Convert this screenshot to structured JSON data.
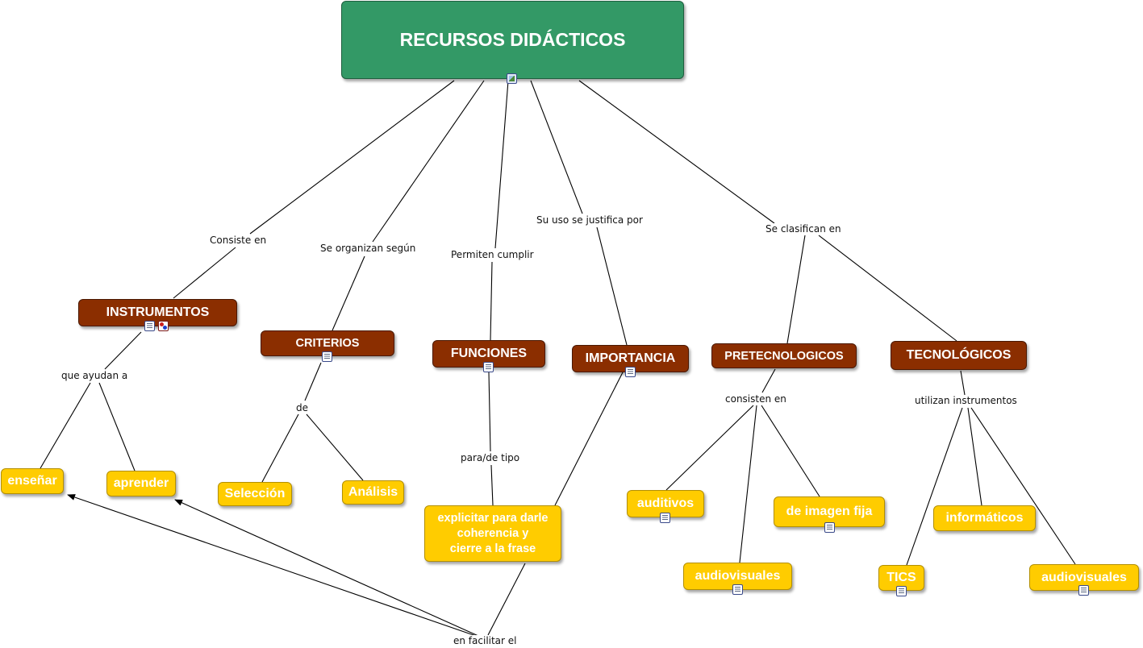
{
  "root": {
    "label": "RECURSOS DIDÁCTICOS"
  },
  "concepts": {
    "instrumentos": "INSTRUMENTOS",
    "criterios": "CRITERIOS",
    "funciones": "FUNCIONES",
    "importancia": "IMPORTANCIA",
    "pretecnologicos": "PRETECNOLOGICOS",
    "tecnologicos": "TECNOLÓGICOS",
    "ensenar": "enseñar",
    "aprender": "aprender",
    "seleccion": "Selección",
    "analisis": "Análisis",
    "explicitar_line1": "explicitar para darle",
    "explicitar_line2": "coherencia y",
    "explicitar_line3": "cierre a la frase",
    "auditivos": "auditivos",
    "imagen_fija": "de imagen fija",
    "audiovisuales_pre": "audiovisuales",
    "informaticos": "informáticos",
    "tics": "TICS",
    "audiovisuales_tec": "audiovisuales"
  },
  "links": {
    "consiste_en": "Consiste en",
    "se_organizan": "Se organizan según",
    "permiten_cumplir": "Permiten cumplir",
    "su_uso": "Su uso se justifica por",
    "se_clasifican": "Se clasifican en",
    "que_ayudan": "que ayudan a",
    "de": "de",
    "para_de_tipo": "para/de tipo",
    "consisten_en": "consisten en",
    "utilizan": "utilizan instrumentos",
    "en_facilitar": "en facilitar el"
  },
  "colors": {
    "root": "#339966",
    "concept_dark": "#8b2e00",
    "concept_light": "#ffcc00",
    "line": "#000000"
  },
  "icons": {
    "root": "image-icon",
    "document": "document-icon",
    "concept_map": "concept-map-icon"
  }
}
